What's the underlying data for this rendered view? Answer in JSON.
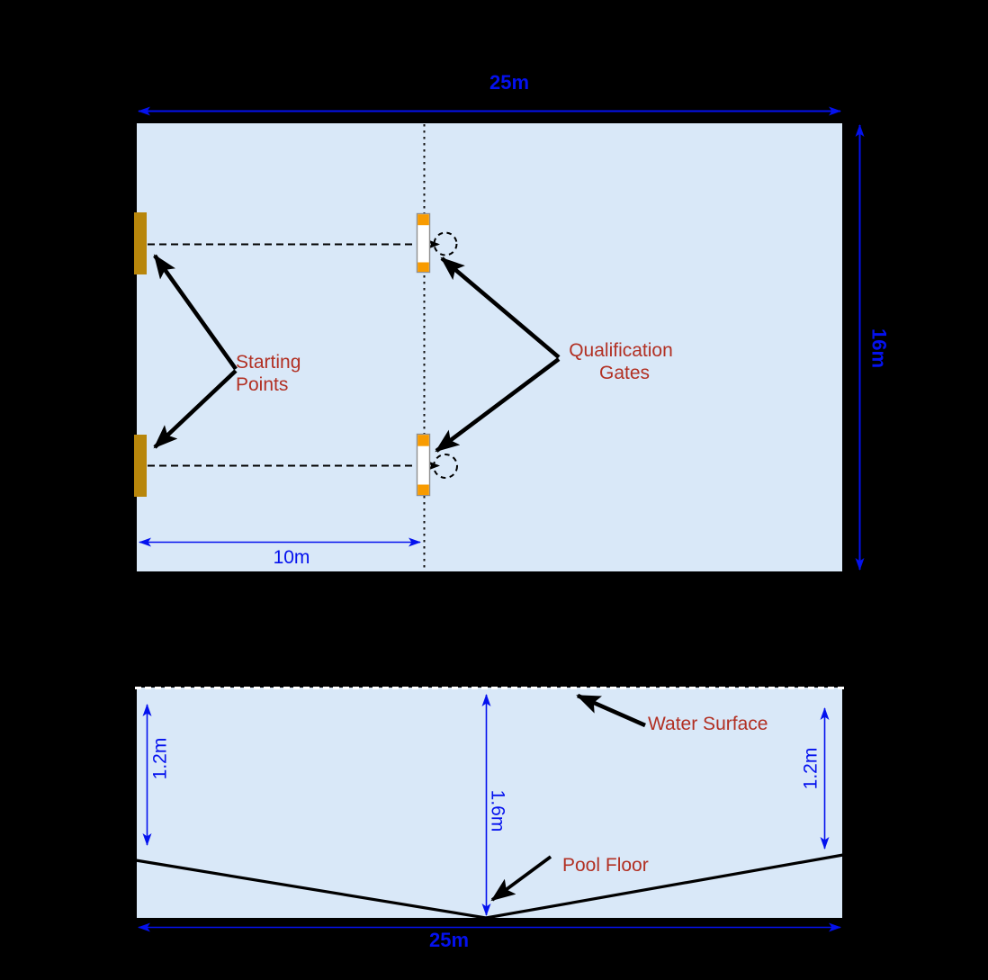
{
  "colors": {
    "background": "#000000",
    "pool_fill": "#d9e8f8",
    "dimension_blue": "#0411ee",
    "annotation_red": "#b23023",
    "starting_point_gold": "#b8860b",
    "gate_orange": "#f89b00"
  },
  "top_view": {
    "width_label": "25m",
    "height_label": "16m",
    "gate_distance_label": "10m",
    "starting_points": {
      "line1": "Starting",
      "line2": "Points"
    },
    "qualification_gates": {
      "line1": "Qualification",
      "line2": "Gates"
    }
  },
  "side_view": {
    "left_depth_label": "1.2m",
    "center_depth_label": "1.6m",
    "right_depth_label": "1.2m",
    "water_surface_label": "Water Surface",
    "pool_floor_label": "Pool Floor",
    "width_label": "25m"
  }
}
